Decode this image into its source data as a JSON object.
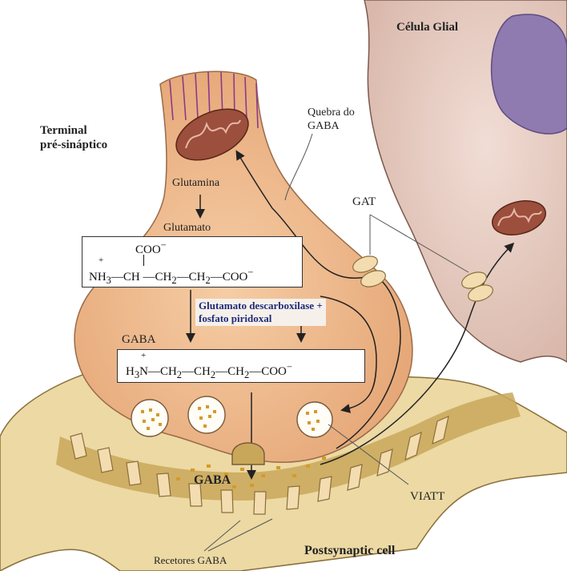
{
  "labels": {
    "glial_cell": "Célula Glial",
    "presynaptic_line1": "Terminal",
    "presynaptic_line2": "pré-sináptico",
    "gaba_breakdown_line1": "Quebra do",
    "gaba_breakdown_line2": "GABA",
    "gat": "GAT",
    "glutamine": "Glutamina",
    "glutamate": "Glutamato",
    "enzyme_line1": "Glutamato descarboxilase +",
    "enzyme_line2": "fosfato piridoxal",
    "gaba_label": "GABA",
    "gaba_cleft": "GABA",
    "viatt": "VIATT",
    "gaba_receptors": "Recetores GABA",
    "postsynaptic": "Postsynaptic cell"
  },
  "glutamate_formula": {
    "top_group": "COO",
    "top_charge": "−",
    "plus": "+",
    "nh3": "NH",
    "sub3": "3",
    "ch": "CH",
    "ch2_a": "CH",
    "ch2_b": "CH",
    "sub2": "2",
    "end": "COO",
    "end_charge": "−"
  },
  "gaba_formula": {
    "plus": "+",
    "h3n": "H",
    "sub3": "3",
    "n": "N",
    "ch2": "CH",
    "sub2": "2",
    "end": "COO",
    "end_charge": "−"
  },
  "colors": {
    "glial": "#e9d2c9",
    "nucleus": "#8f7bb0",
    "terminal": "#f0bb8f",
    "postsynaptic": "#ecd9a4",
    "cleft": "#c9a75a",
    "mito": "#9b4f3c",
    "enzyme_text": "#1f2a78"
  }
}
